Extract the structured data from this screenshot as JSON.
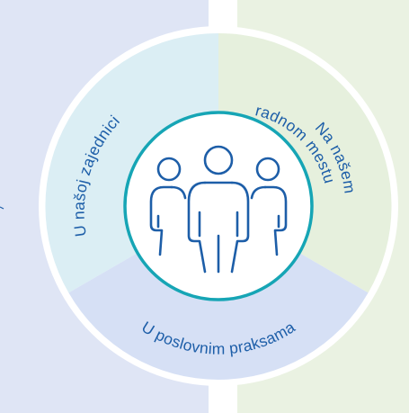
{
  "diagram": {
    "segments": [
      {
        "id": "community",
        "label": "U našoj zajednici",
        "fill": "#dbeef4"
      },
      {
        "id": "workplace",
        "label": "Na našem radnom mestu",
        "line1": "Na našem",
        "line2": "radnom mestu",
        "fill": "#e6f0dd"
      },
      {
        "id": "business",
        "label": "U poslovnim praksama",
        "fill": "#d6e0f5"
      }
    ],
    "colors": {
      "text": "#1d5ea8",
      "ring": "#16a5b5",
      "people": "#1d5ea8",
      "panel_left": "#dfe5f5",
      "panel_right": "#eaf2e2",
      "outer_ring": "#ffffff"
    },
    "center_icon": "people-group-icon"
  }
}
